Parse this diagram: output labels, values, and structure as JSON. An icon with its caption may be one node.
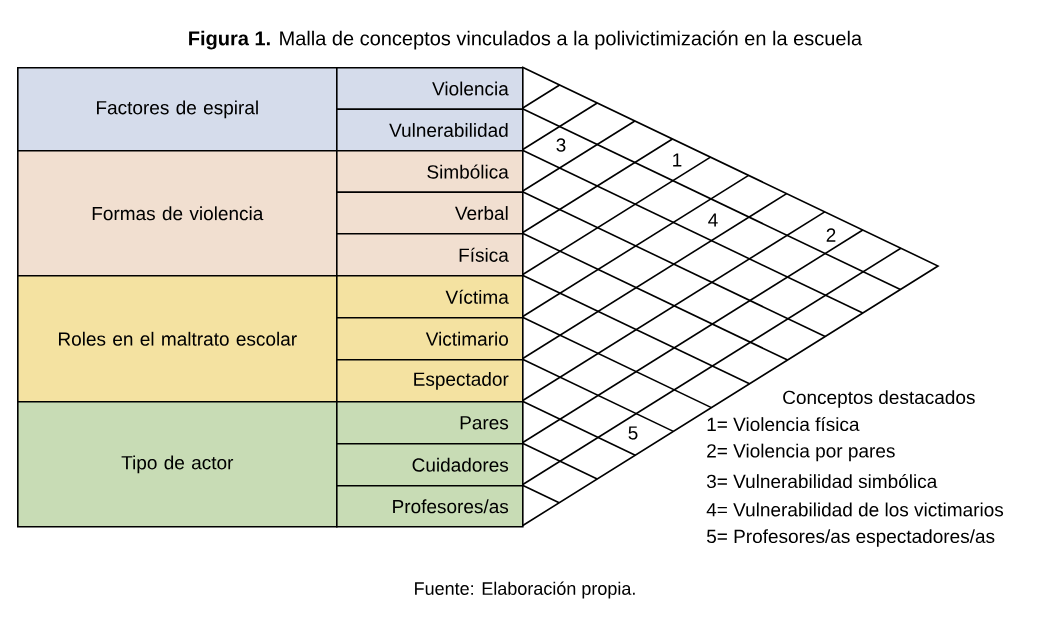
{
  "diagram": {
    "title": "**Figura 1.** Malla de conceptos vinculados a la polivictimización en la escuela",
    "caption": "Fuente: Elaboración propia.",
    "nodes": [
      {
        "text": [
          "Factores de espiral"
        ]
      },
      {
        "text": [
          "Violencia"
        ]
      },
      {
        "text": [
          "Vulnerabilidad"
        ]
      },
      {
        "text": [
          "Formas de violencia"
        ]
      },
      {
        "text": [
          "Simbólica"
        ]
      },
      {
        "text": [
          "Verbal"
        ]
      },
      {
        "text": [
          "Física"
        ]
      },
      {
        "text": [
          "Roles en el maltrato escolar"
        ]
      },
      {
        "text": [
          "Víctima"
        ]
      },
      {
        "text": [
          "Victimario"
        ]
      },
      {
        "text": [
          "Espectador"
        ]
      },
      {
        "text": [
          "Tipo de actor"
        ]
      },
      {
        "text": [
          "Pares"
        ]
      },
      {
        "text": [
          "Cuidadores"
        ]
      },
      {
        "text": [
          "Profesores/as"
        ]
      }
    ],
    "labels": [
      "3",
      "1",
      "4",
      "2",
      "5",
      "Conceptos destacados",
      "1= Violencia física",
      "2= Violencia por pares",
      "3= Vulnerabilidad simbólica",
      "4= Vulnerabilidad de los victimarios",
      "5= Profesores/as espectadores/as"
    ]
  }
}
